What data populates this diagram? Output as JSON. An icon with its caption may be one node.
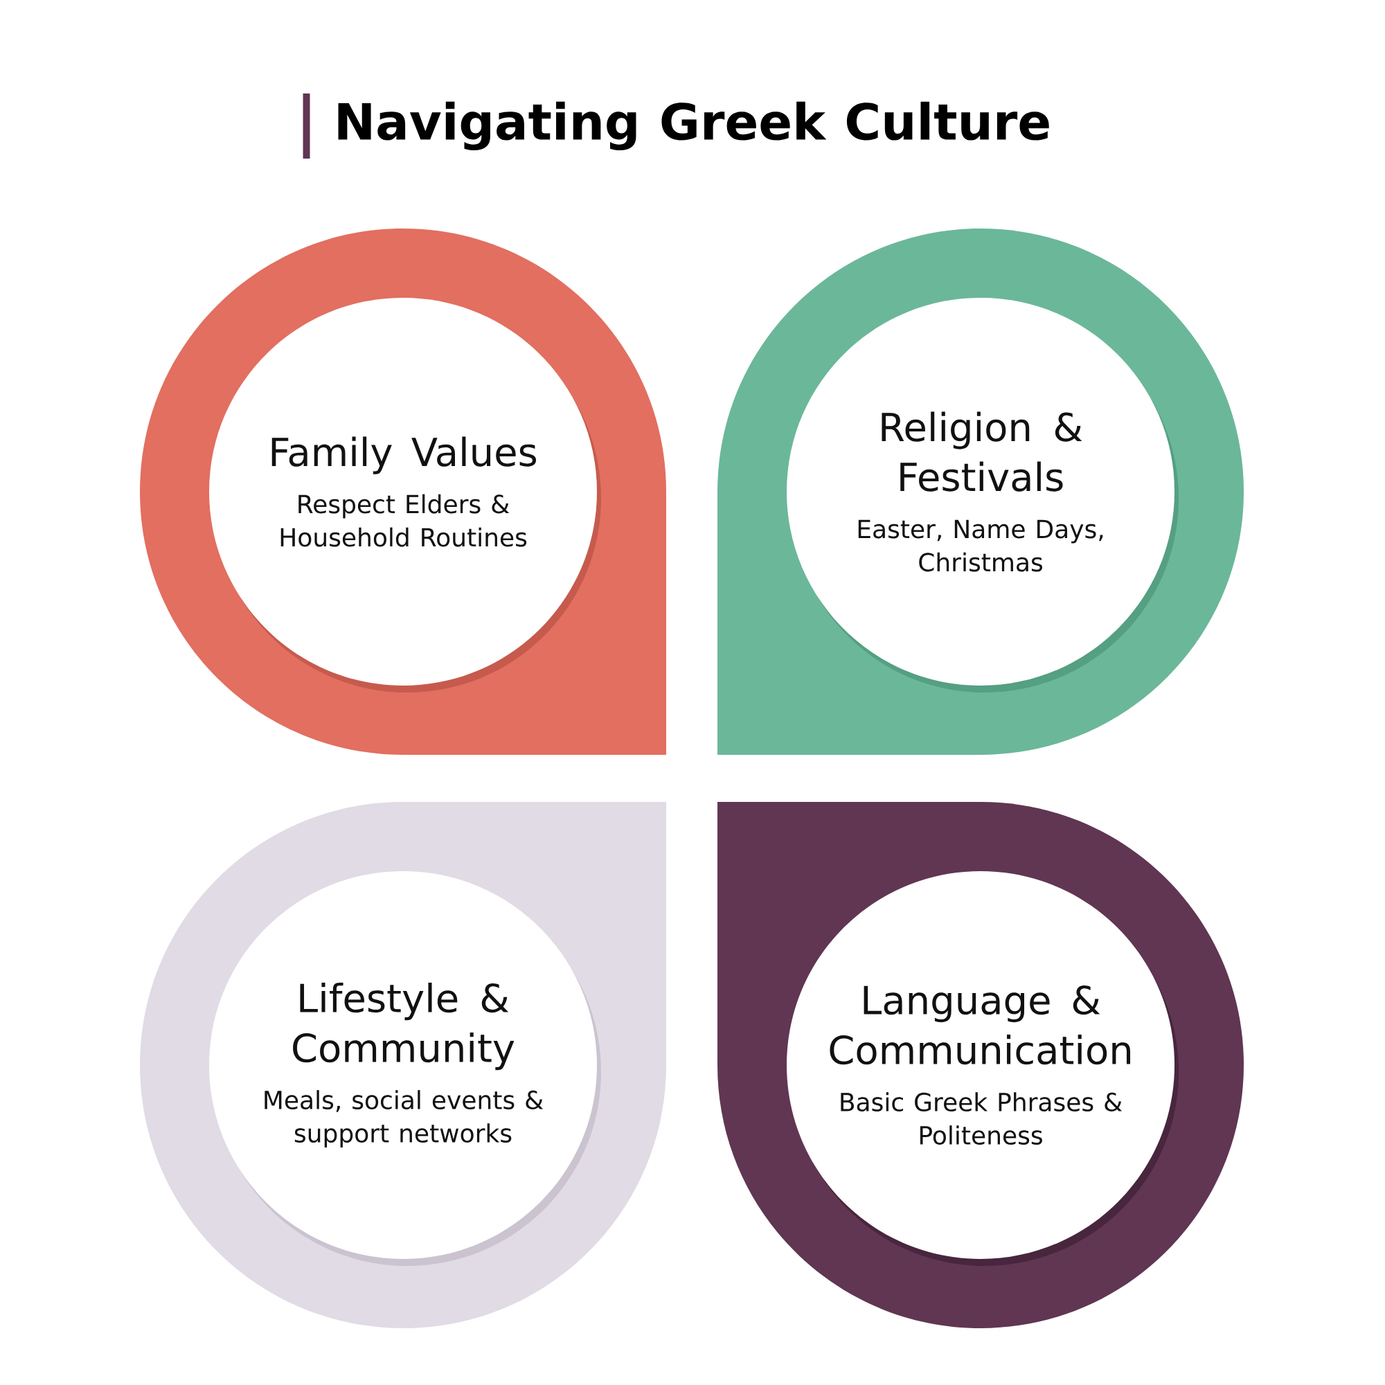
{
  "diagram": {
    "title": "Navigating Greek Culture",
    "nodes": [
      {
        "text": [
          "Family Values",
          "Respect Elders & Household Routines"
        ]
      },
      {
        "text": [
          "Religion & Festivals",
          "Easter, Name Days, Christmas"
        ]
      },
      {
        "text": [
          "Lifestyle & Community",
          "Meals, social events & support networks"
        ]
      },
      {
        "text": [
          "Language & Communication",
          "Basic Greek Phrases & Politeness"
        ]
      }
    ]
  }
}
